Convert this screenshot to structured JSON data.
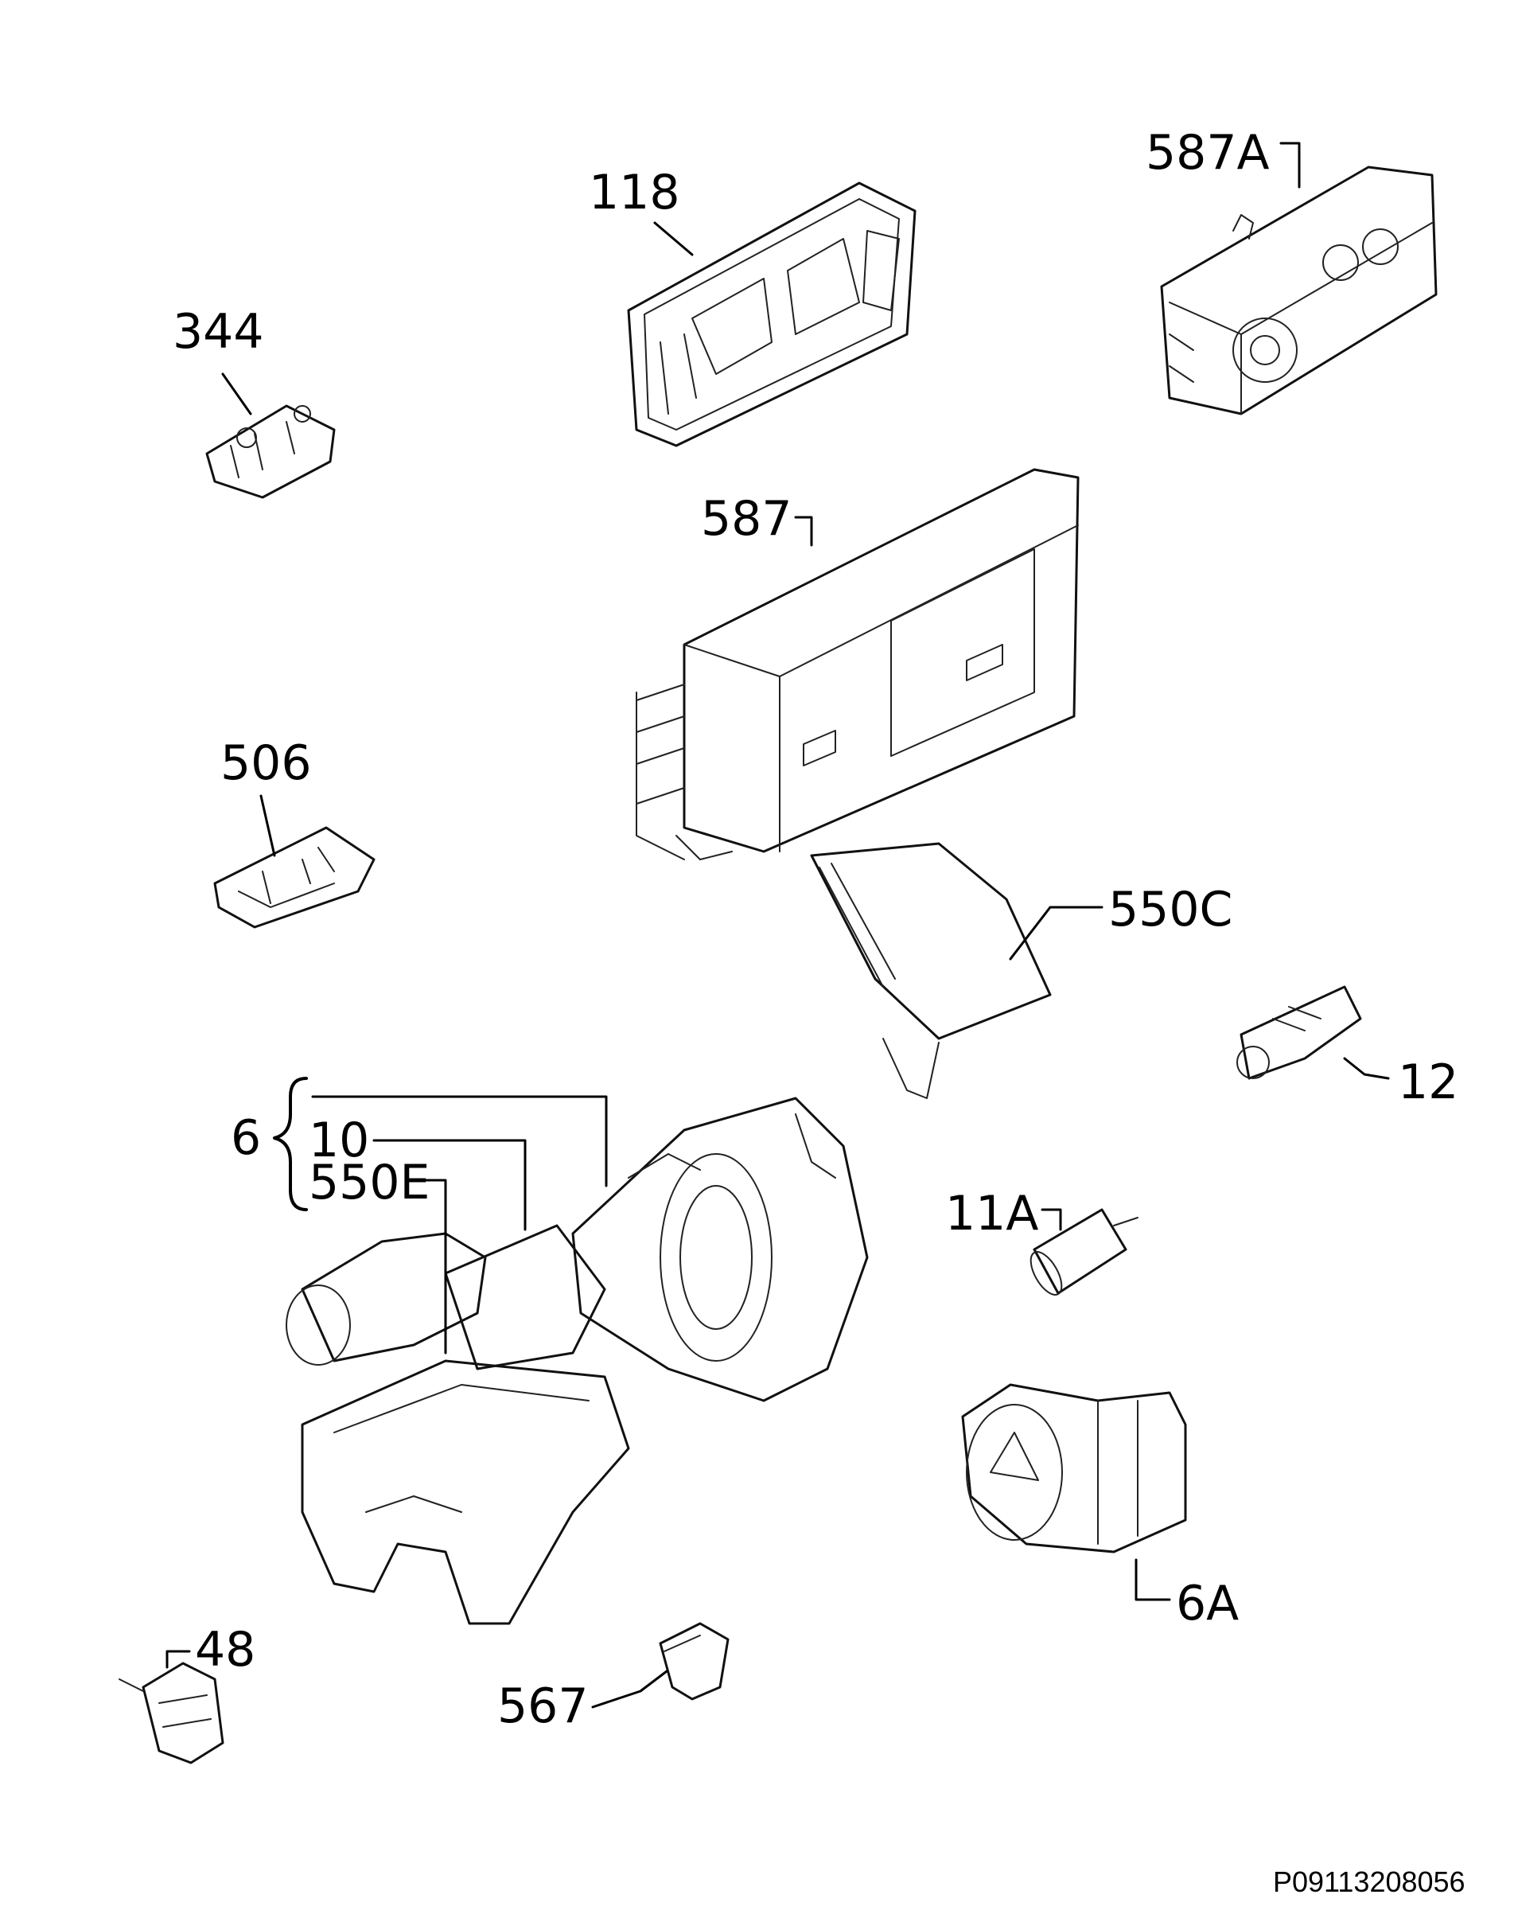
{
  "labels": {
    "p118": "118",
    "p587A": "587A",
    "p344": "344",
    "p587": "587",
    "p506": "506",
    "p550C": "550C",
    "p12": "12",
    "p6": "6",
    "p10": "10",
    "p550E": "550E",
    "p11A": "11A",
    "p6A": "6A",
    "p48": "48",
    "p567": "567"
  },
  "document_code": "P09113208056"
}
